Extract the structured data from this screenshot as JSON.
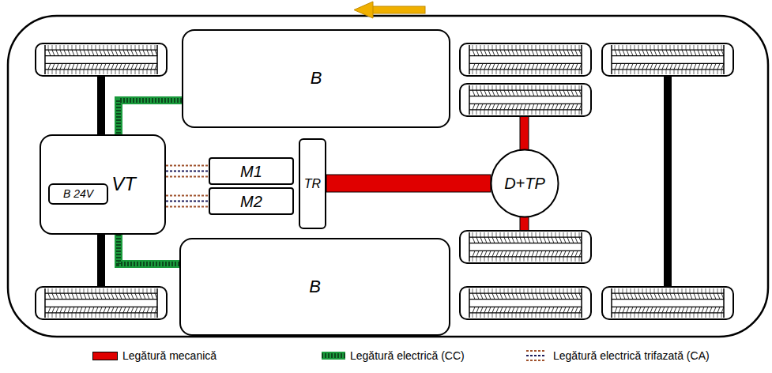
{
  "diagram": {
    "nodes": [
      {
        "text": [
          "B"
        ]
      },
      {
        "text": [
          "VT"
        ]
      },
      {
        "text": [
          "B 24V"
        ],
        "in": 1
      },
      {
        "text": [
          "M1"
        ]
      },
      {
        "text": [
          "M2"
        ]
      },
      {
        "text": [
          "TR"
        ]
      },
      {
        "text": [
          "D+TP"
        ]
      },
      {
        "text": [
          "B"
        ]
      }
    ],
    "edges": [
      {
        "from": 0,
        "to": 1,
        "arrow": "none"
      },
      {
        "from": 7,
        "to": 1,
        "arrow": "none"
      },
      {
        "from": 1,
        "to": 3,
        "arrow": "none"
      },
      {
        "from": 1,
        "to": 4,
        "arrow": "none"
      },
      {
        "from": 5,
        "to": 6,
        "arrow": "none"
      }
    ],
    "legend": [
      {
        "text": "Legătură mecanică",
        "color": "#e00000"
      },
      {
        "text": "Legătură electrică (CC)"
      },
      {
        "text": "Legătură electrică trifazată (CA)"
      }
    ]
  }
}
